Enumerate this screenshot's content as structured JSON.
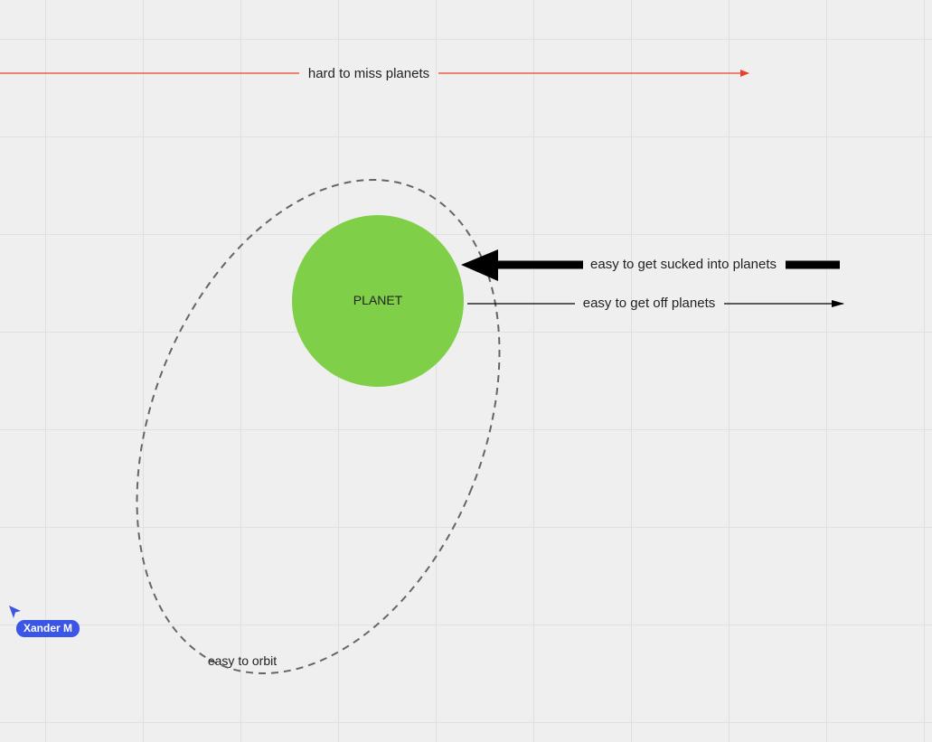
{
  "board": {
    "planet": {
      "label": "PLANET",
      "fill": "#7fcf49"
    },
    "orbit": {
      "label": "easy to orbit",
      "stroke": "#666666"
    },
    "arrows": {
      "miss": {
        "label": "hard to miss planets",
        "color": "#e8412c"
      },
      "sucked_in": {
        "label": "easy to get sucked into planets",
        "color": "#000000"
      },
      "get_off": {
        "label": "easy to get off planets",
        "color": "#000000"
      }
    }
  },
  "collaborators": [
    {
      "name": "Xander M",
      "color": "#3b55e6",
      "icon": "cursor-arrow-icon"
    }
  ]
}
